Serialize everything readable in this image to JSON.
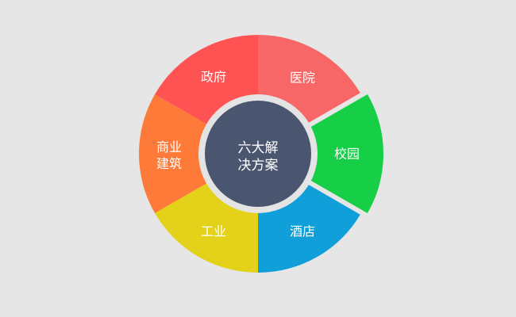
{
  "diagram": {
    "center": {
      "line1": "六大解",
      "line2": "决方案",
      "color": "#4a5670",
      "ring_color": "#e4e4e4"
    },
    "background": "#e6e6e6",
    "segments": [
      {
        "id": "hospital",
        "label": "医院",
        "color": "#f76767"
      },
      {
        "id": "campus",
        "label": "校园",
        "color": "#17cf47",
        "exploded": true
      },
      {
        "id": "hotel",
        "label": "酒店",
        "color": "#119fd9"
      },
      {
        "id": "industry",
        "label": "工业",
        "color": "#e3d11a"
      },
      {
        "id": "commercial",
        "line1": "商业",
        "line2": "建筑",
        "color": "#fe7a38"
      },
      {
        "id": "government",
        "label": "政府",
        "color": "#ff5353"
      }
    ]
  }
}
